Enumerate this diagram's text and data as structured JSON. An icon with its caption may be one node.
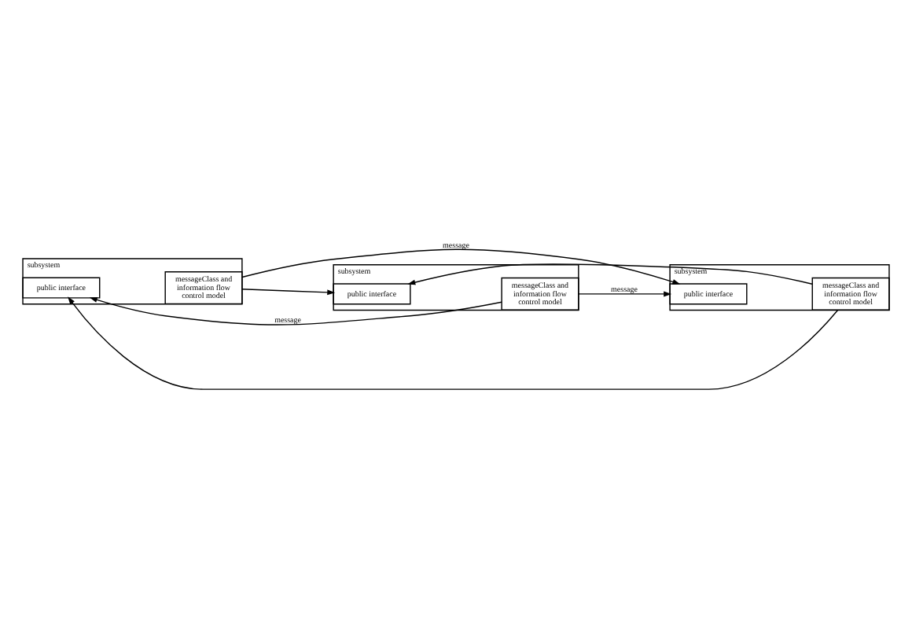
{
  "diagram": {
    "nodes": [
      {
        "text": [
          "subsystem"
        ]
      },
      {
        "text": [
          "public interface"
        ],
        "in": 0
      },
      {
        "text": [
          "messageClass and information flow control model"
        ],
        "in": 0
      },
      {
        "text": [
          "subsystem"
        ]
      },
      {
        "text": [
          "public interface"
        ],
        "in": 3
      },
      {
        "text": [
          "messageClass and information flow control model"
        ],
        "in": 3
      },
      {
        "text": [
          "subsystem"
        ]
      },
      {
        "text": [
          "public interface"
        ],
        "in": 6
      },
      {
        "text": [
          "messageClass and information flow control model"
        ],
        "in": 6
      }
    ],
    "edges": [
      {
        "from": 2,
        "to": 4,
        "arrow": "to"
      },
      {
        "from": 5,
        "to": 1,
        "arrow": "to",
        "label": "message"
      },
      {
        "from": 2,
        "to": 7,
        "arrow": "to",
        "label": "message"
      },
      {
        "from": 8,
        "to": 1,
        "arrow": "to"
      },
      {
        "from": 5,
        "to": 7,
        "arrow": "to",
        "label": "message"
      },
      {
        "from": 8,
        "to": 4,
        "arrow": "to"
      }
    ]
  }
}
